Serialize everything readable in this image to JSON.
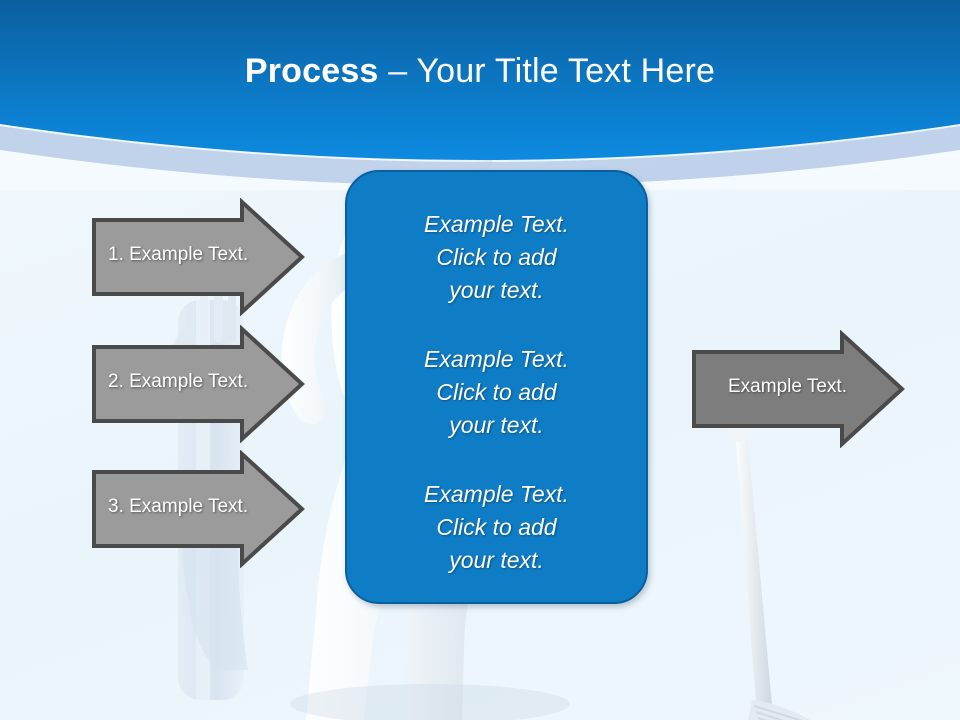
{
  "slide": {
    "title_strong": "Process",
    "title_rest": " – Your Title Text Here",
    "background_color": "#eff7fc",
    "header_gradient_top": "#0a5f9e",
    "header_gradient_bottom": "#0d8ae0",
    "accent_blue": "#0f7dc6",
    "accent_blue_border": "#0a5f9c",
    "arrow_fill": "#9b9b9b",
    "arrow_fill_right": "#7d7d7d",
    "arrow_border": "#4a4a4a"
  },
  "steps": [
    {
      "label": "1. Example Text."
    },
    {
      "label": "2. Example Text."
    },
    {
      "label": "3. Example Text."
    }
  ],
  "panel": {
    "blocks": [
      {
        "line1": "Example Text.",
        "line2": "Click  to add",
        "line3": "your text."
      },
      {
        "line1": "Example Text.",
        "line2": "Click  to add",
        "line3": "your text."
      },
      {
        "line1": "Example Text.",
        "line2": "Click  to add",
        "line3": "your text."
      }
    ]
  },
  "result": {
    "label": "Example Text."
  }
}
